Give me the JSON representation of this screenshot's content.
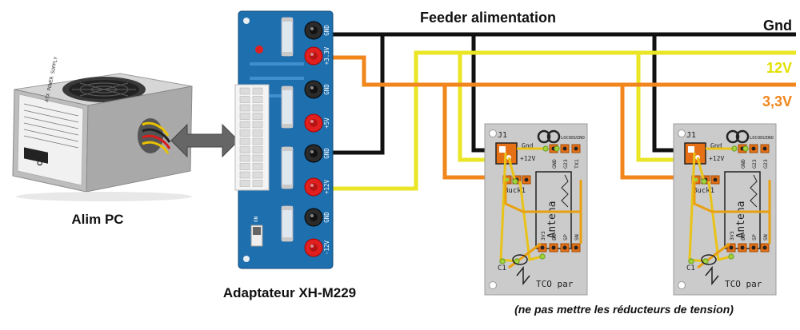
{
  "title": "Feeder alimentation",
  "rails": [
    {
      "label": "Gnd",
      "color": "#111111"
    },
    {
      "label": "12V",
      "color": "#e8e620"
    },
    {
      "label": "3,3V",
      "color": "#f08a1e"
    }
  ],
  "psu": {
    "label": "Alim PC",
    "side_text": "ATX POWER SUPPLY",
    "cert_text": "CE"
  },
  "adapter": {
    "label_prefix": "Adaptateur ",
    "label_model": "XH-M229",
    "pins": [
      "GND",
      "+3.3V",
      "GND",
      "+5V",
      "GND",
      "+12V",
      "GND",
      "-12V"
    ],
    "switch_label": "ON"
  },
  "boards": [
    {
      "header": "J1",
      "logo": "LOCODUINO",
      "gnd": "Gnd",
      "v12": "+12V",
      "buck": "Buck1",
      "antenna": "Antena",
      "cap": "C1",
      "footer": "TCO par",
      "top_pins": [
        "GND",
        "G23",
        "TX1"
      ],
      "bottom_pins": [
        "3V3",
        "EN",
        "SP",
        "SN"
      ]
    },
    {
      "header": "J1",
      "logo": "LOCODUINO",
      "gnd": "Gnd",
      "v12": "+12V",
      "buck": "Buck1",
      "antenna": "Antena",
      "cap": "C1",
      "footer": "TCO par",
      "top_pins": [
        "GND",
        "G23",
        "G23"
      ],
      "bottom_pins": [
        "3V3",
        "EN",
        "SP",
        "SN"
      ]
    }
  ],
  "note": "(ne pas mettre les réducteurs de tension)"
}
